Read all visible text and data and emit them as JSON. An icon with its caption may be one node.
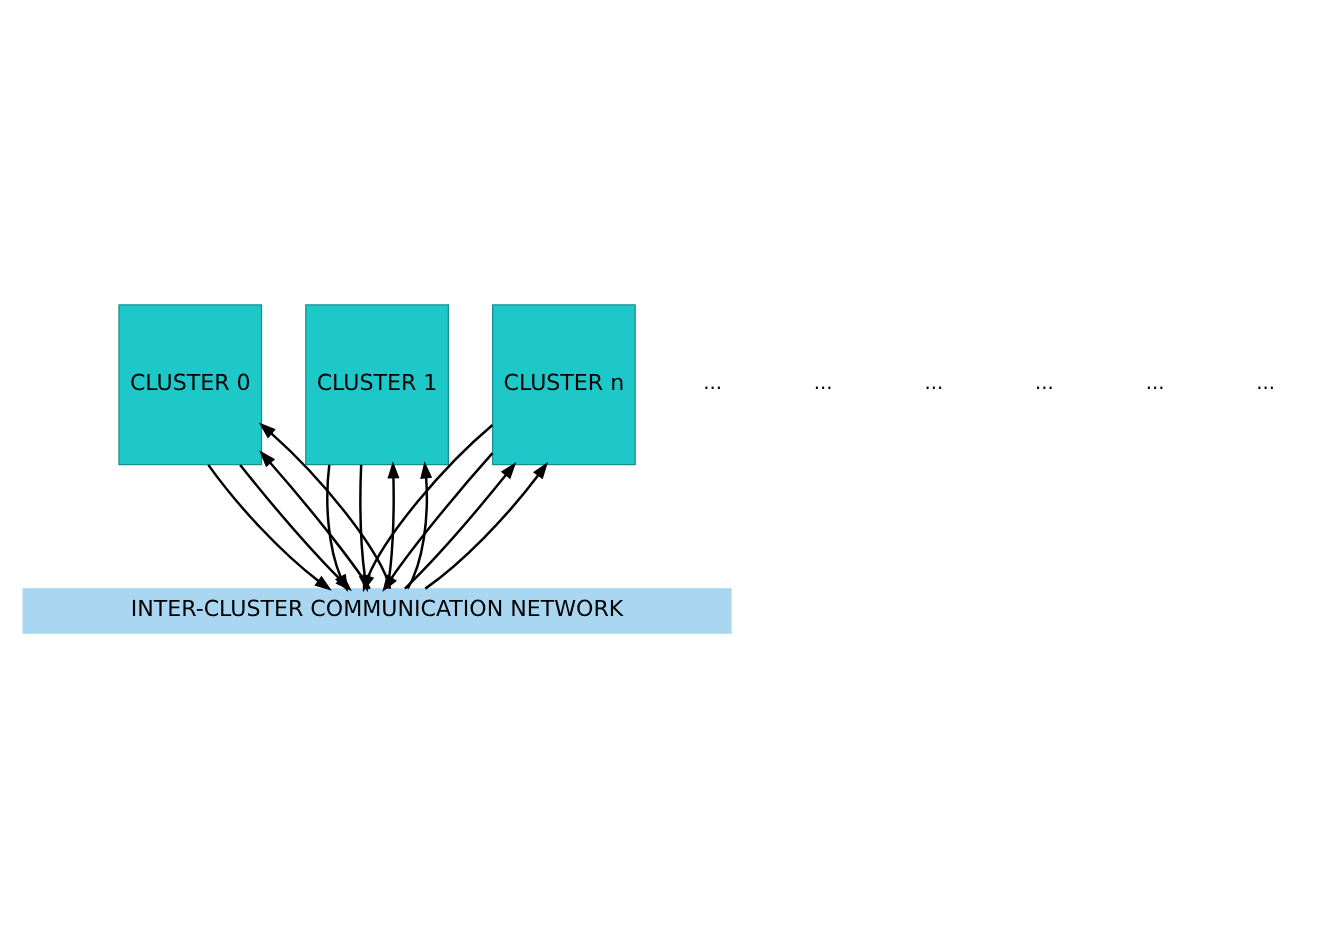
{
  "diagram": {
    "nodes": [
      {
        "text": [
          "CLUSTER 0"
        ]
      },
      {
        "text": [
          "CLUSTER 1"
        ]
      },
      {
        "text": [
          "CLUSTER n"
        ]
      },
      {
        "text": [
          "INTER-CLUSTER COMMUNICATION NETWORK"
        ]
      }
    ],
    "edges": [
      {
        "from": 0,
        "to": 3,
        "arrow": "to"
      },
      {
        "from": 0,
        "to": 3,
        "arrow": "to"
      },
      {
        "from": 3,
        "to": 0,
        "arrow": "to"
      },
      {
        "from": 3,
        "to": 0,
        "arrow": "to"
      },
      {
        "from": 1,
        "to": 3,
        "arrow": "to"
      },
      {
        "from": 1,
        "to": 3,
        "arrow": "to"
      },
      {
        "from": 3,
        "to": 1,
        "arrow": "to"
      },
      {
        "from": 3,
        "to": 1,
        "arrow": "to"
      },
      {
        "from": 2,
        "to": 3,
        "arrow": "to"
      },
      {
        "from": 2,
        "to": 3,
        "arrow": "to"
      },
      {
        "from": 3,
        "to": 2,
        "arrow": "to"
      },
      {
        "from": 3,
        "to": 2,
        "arrow": "to"
      }
    ],
    "labels": [
      "...",
      "...",
      "...",
      "...",
      "...",
      "..."
    ]
  }
}
